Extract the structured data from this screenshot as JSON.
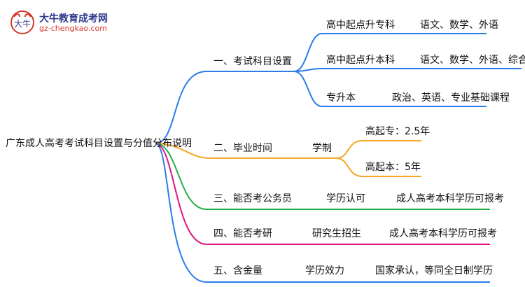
{
  "logo": {
    "name": "大牛教育成考网",
    "url": "gz-chengkao.com",
    "mark_text": "大牛"
  },
  "colors": {
    "blue": "#2b7de9",
    "orange": "#f5a623",
    "green": "#22b04a",
    "magenta": "#e0157e"
  },
  "root": "广东成人高考考试科目设置与分值分布说明",
  "branches": [
    {
      "label": "一、考试科目设置",
      "children": [
        {
          "name": "高中起点升专科",
          "detail": "语文、数学、外语"
        },
        {
          "name": "高中起点升本科",
          "detail": "语文、数学、外语、综合科目"
        },
        {
          "name": "专升本",
          "detail": "政治、英语、专业基础课程"
        }
      ]
    },
    {
      "label": "二、毕业时间",
      "mid": "学制",
      "children": [
        "高起专：2.5年",
        "高起本：5年"
      ]
    },
    {
      "label": "三、能否考公务员",
      "mid": "学历认可",
      "leaf": "成人高考本科学历可报考"
    },
    {
      "label": "四、能否考研",
      "mid": "研究生招生",
      "leaf": "成人高考本科学历可报考"
    },
    {
      "label": "五、含金量",
      "mid": "学历效力",
      "leaf": "国家承认，等同全日制学历"
    }
  ]
}
